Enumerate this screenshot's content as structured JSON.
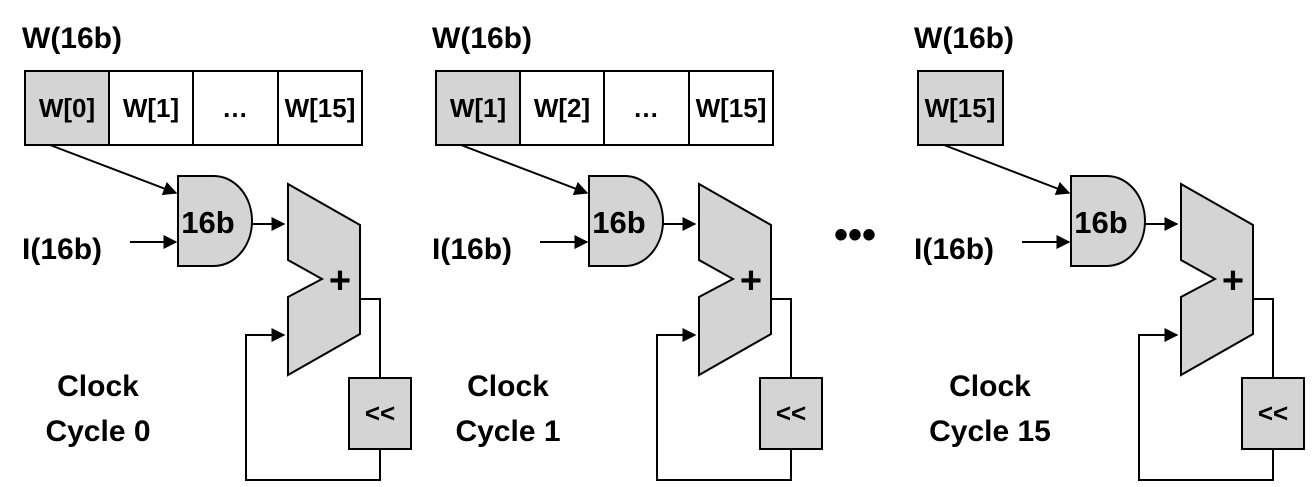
{
  "colors": {
    "shaded": "#d4d4d4",
    "line": "#000000",
    "background": "#ffffff"
  },
  "ellipsis": "•••",
  "stages": [
    {
      "weight_label": "W(16b)",
      "cells": [
        "W[0]",
        "W[1]",
        "…",
        "W[15]"
      ],
      "input_label": "I(16b)",
      "and_label": "16b",
      "adder_label": "+",
      "shift_label": "<<",
      "clock_line1": "Clock",
      "clock_line2": "Cycle 0"
    },
    {
      "weight_label": "W(16b)",
      "cells": [
        "W[1]",
        "W[2]",
        "…",
        "W[15]"
      ],
      "input_label": "I(16b)",
      "and_label": "16b",
      "adder_label": "+",
      "shift_label": "<<",
      "clock_line1": "Clock",
      "clock_line2": "Cycle 1"
    },
    {
      "weight_label": "W(16b)",
      "cells": [
        "W[15]"
      ],
      "input_label": "I(16b)",
      "and_label": "16b",
      "adder_label": "+",
      "shift_label": "<<",
      "clock_line1": "Clock",
      "clock_line2": "Cycle 15"
    }
  ]
}
